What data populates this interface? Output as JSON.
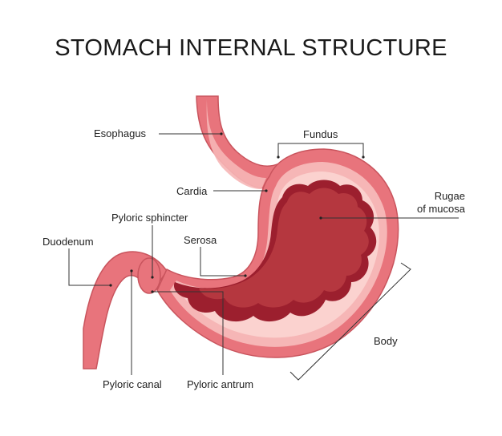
{
  "title": "STOMACH INTERNAL STRUCTURE",
  "labels": {
    "esophagus": "Esophagus",
    "fundus": "Fundus",
    "cardia": "Cardia",
    "rugae_line1": "Rugae",
    "rugae_line2": "of mucosa",
    "pyloric_sphincter": "Pyloric sphincter",
    "duodenum": "Duodenum",
    "serosa": "Serosa",
    "body": "Body",
    "pyloric_canal": "Pyloric canal",
    "pyloric_antrum": "Pyloric antrum"
  },
  "colors": {
    "outer_wall": "#e8747c",
    "wall_outline": "#c9545d",
    "inner_wall": "#f6b6b6",
    "lining": "#fbd2cf",
    "rugae_dark": "#9c1f2e",
    "lumen": "#b5373f",
    "leader_line": "#333333"
  }
}
